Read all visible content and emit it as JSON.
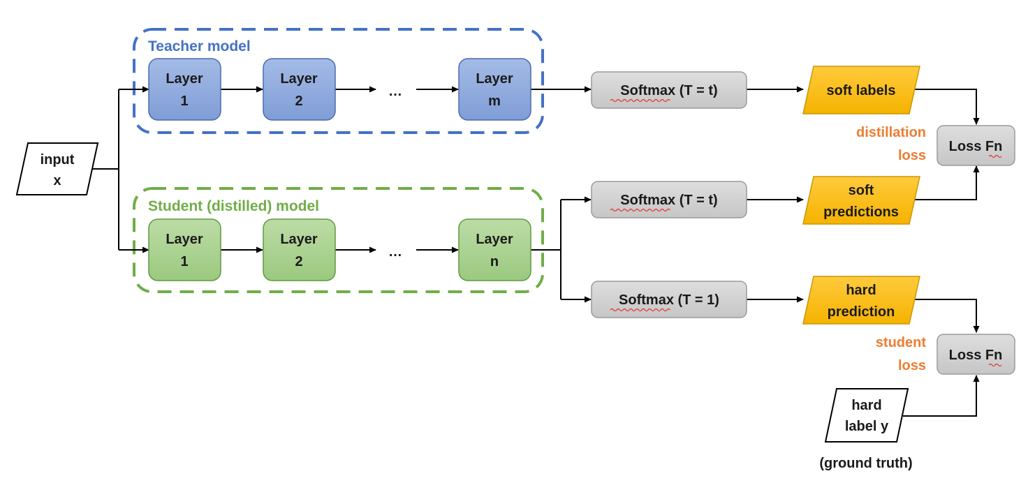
{
  "teacher": {
    "title": "Teacher model",
    "layers": [
      {
        "line1": "Layer",
        "line2": "1"
      },
      {
        "line1": "Layer",
        "line2": "2"
      },
      {
        "line1": "Layer",
        "line2": "m"
      }
    ],
    "ellipsis": "…",
    "softmax": "Softmax (T = t)",
    "output": "soft labels"
  },
  "student": {
    "title": "Student (distilled) model",
    "layers": [
      {
        "line1": "Layer",
        "line2": "1"
      },
      {
        "line1": "Layer",
        "line2": "2"
      },
      {
        "line1": "Layer",
        "line2": "n"
      }
    ],
    "ellipsis": "…",
    "softmax_soft": "Softmax (T = t)",
    "softmax_hard": "Softmax (T = 1)",
    "soft_output": {
      "line1": "soft",
      "line2": "predictions"
    },
    "hard_output": {
      "line1": "hard",
      "line2": "prediction"
    }
  },
  "input": {
    "line1": "input",
    "line2": "x"
  },
  "distillation_loss": {
    "line1": "distillation",
    "line2": "loss",
    "fn": "Loss Fn"
  },
  "student_loss": {
    "line1": "student",
    "line2": "loss",
    "fn": "Loss Fn"
  },
  "ground_truth": {
    "line1": "hard",
    "line2": "label y",
    "caption": "(ground truth)"
  },
  "colors": {
    "teacher_accent": "#4472c4",
    "teacher_fill": "#8ea9db",
    "student_accent": "#70ad47",
    "student_fill": "#a9d18e",
    "softmax_fill": "#d0d0d0",
    "output_fill": "#ffc000",
    "loss_label": "#ed7d31"
  }
}
